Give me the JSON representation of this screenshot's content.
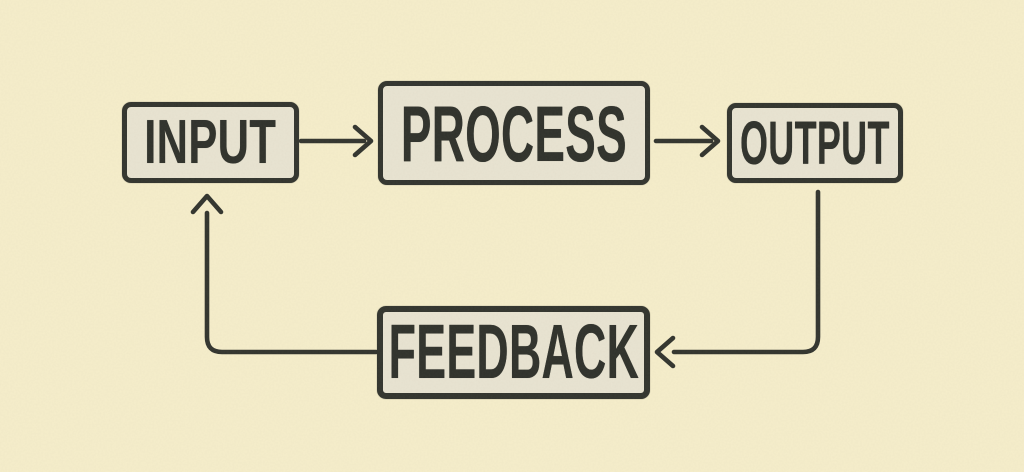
{
  "diagram": {
    "type": "flowchart",
    "description": "Feedback loop diagram: INPUT to PROCESS to OUTPUT, with OUTPUT routed down into FEEDBACK and FEEDBACK routed back up into INPUT",
    "nodes": [
      {
        "id": "input",
        "label": "INPUT"
      },
      {
        "id": "process",
        "label": "PROCESS"
      },
      {
        "id": "output",
        "label": "OUTPUT"
      },
      {
        "id": "feedback",
        "label": "FEEDBACK"
      }
    ],
    "edges": [
      {
        "from": "input",
        "to": "process",
        "style": "straight-right-arrow"
      },
      {
        "from": "process",
        "to": "output",
        "style": "straight-right-arrow"
      },
      {
        "from": "output",
        "to": "feedback",
        "style": "down-then-left-arrow"
      },
      {
        "from": "feedback",
        "to": "input",
        "style": "left-then-up-arrow"
      }
    ]
  },
  "colors": {
    "background": "#f6eecb",
    "box_fill": "#e9e4d2",
    "line": "#32342e",
    "text": "#2f312b"
  }
}
